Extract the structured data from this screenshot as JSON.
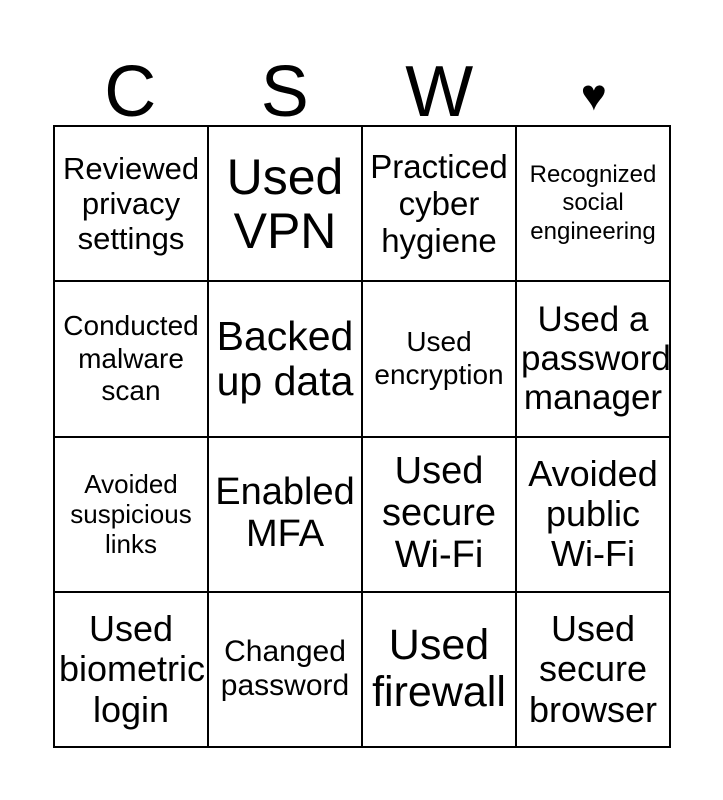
{
  "card": {
    "header": {
      "columns": [
        {
          "label": "C",
          "type": "letter"
        },
        {
          "label": "S",
          "type": "letter"
        },
        {
          "label": "W",
          "type": "letter"
        },
        {
          "label": "♥",
          "type": "heart-icon"
        }
      ]
    },
    "grid": {
      "rows": 4,
      "columns": 4,
      "cells": [
        {
          "text": "Reviewed privacy settings"
        },
        {
          "text": "Used VPN"
        },
        {
          "text": "Practiced cyber hygiene"
        },
        {
          "text": "Recognized social engineering"
        },
        {
          "text": "Conducted malware scan"
        },
        {
          "text": "Backed up data"
        },
        {
          "text": "Used encryption"
        },
        {
          "text": "Used a password manager"
        },
        {
          "text": "Avoided suspicious links"
        },
        {
          "text": "Enabled MFA"
        },
        {
          "text": "Used secure Wi-Fi"
        },
        {
          "text": "Avoided public Wi-Fi"
        },
        {
          "text": "Used biometric login"
        },
        {
          "text": "Changed password"
        },
        {
          "text": "Used firewall"
        },
        {
          "text": "Used secure browser"
        }
      ]
    },
    "colors": {
      "background": "#ffffff",
      "text": "#000000",
      "border": "#000000"
    }
  }
}
